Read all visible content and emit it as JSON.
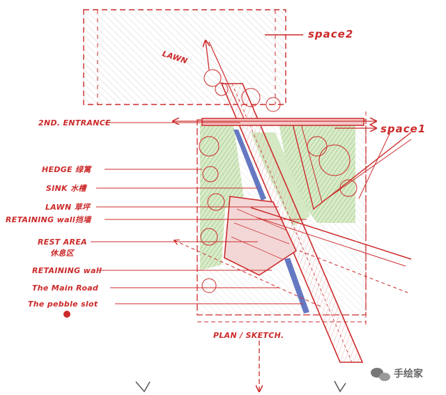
{
  "labels": {
    "space2": "space2",
    "space1": "space1",
    "lawn_top": "LAWN",
    "entrance": "2ND. ENTRANCE",
    "hedge": "HEDGE 绿篱",
    "sink": "SINK 水槽",
    "lawn": "LAWN 草坪",
    "retaining_wall_1": "RETAINING wall挡墙",
    "rest_area_en": "REST AREA",
    "rest_area_cn": "休息区",
    "retaining_wall_2": "RETAINING wall",
    "main_road": "The Main Road",
    "pebble_slot": "The pebble slot",
    "plan_sketch": "PLAN / SKETCH."
  },
  "watermark": {
    "text": "手绘家",
    "icon": "wechat-icon"
  },
  "colors": {
    "ink": "#cc2a2a",
    "hedge_green": "#86b96a",
    "light_green": "#c9e3b5",
    "water_blue": "#4a62b8",
    "hatch_gray": "#b9b9b9"
  }
}
